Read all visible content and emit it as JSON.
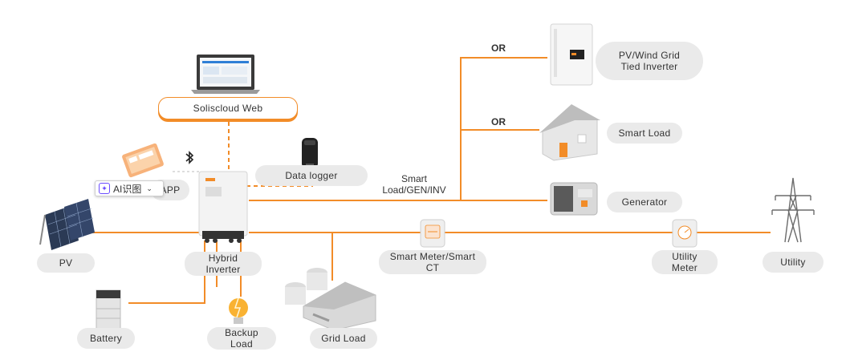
{
  "nodes": {
    "solis_web": "Soliscloud Web",
    "data_logger": "Data logger",
    "app": "APP",
    "pv": "PV",
    "hybrid_inverter": "Hybrid\nInverter",
    "battery": "Battery",
    "backup_load": "Backup\nLoad",
    "grid_load": "Grid Load",
    "smart_meter": "Smart Meter/Smart\nCT",
    "utility_meter": "Utility\nMeter",
    "utility": "Utility",
    "pv_wind_inverter": "PV/Wind Grid\nTied Inverter",
    "smart_load": "Smart Load",
    "generator": "Generator"
  },
  "labels": {
    "or_1": "OR",
    "or_2": "OR",
    "smart_load_gen": "Smart\nLoad/GEN/INV"
  },
  "overlay": {
    "ai_badge": "AI识图",
    "chevron": "⌄"
  },
  "colors": {
    "wire": "#f28c28",
    "pill_bg": "#eaeaea"
  },
  "icons": [
    "laptop-icon",
    "phone-icon",
    "bluetooth-icon",
    "data-logger-icon",
    "hybrid-inverter-icon",
    "pv-panel-icon",
    "battery-icon",
    "bulb-icon",
    "factory-icon",
    "smart-meter-icon",
    "utility-meter-icon",
    "pylon-icon",
    "grid-inverter-icon",
    "house-icon",
    "generator-icon"
  ]
}
